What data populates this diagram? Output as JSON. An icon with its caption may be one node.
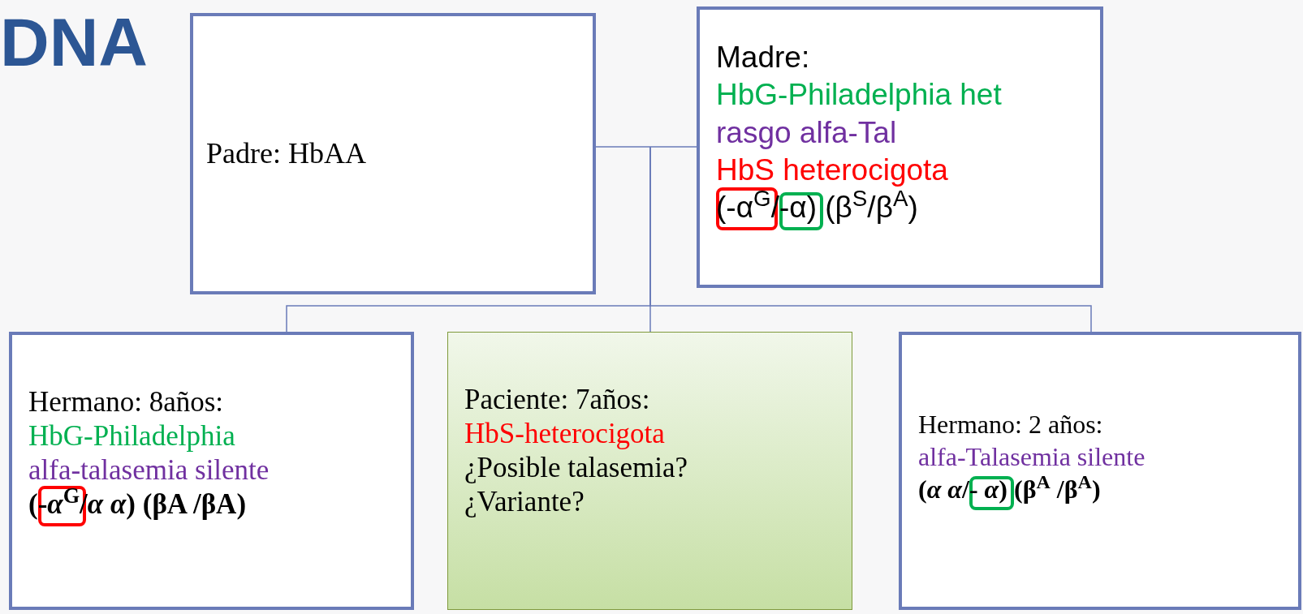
{
  "diagram": {
    "title": "DNA",
    "nodes": [
      {
        "text": [
          "Padre: HbAA"
        ]
      },
      {
        "text": [
          "Madre:",
          "HbG-Philadelphia het",
          "rasgo alfa-Tal",
          "HbS heterocigota",
          "(-α$^{G}$/-α) (β$^{S}$/β$^{A}$)"
        ]
      },
      {
        "text": [
          "Hermano: 8años:",
          "HbG-Philadelphia",
          "alfa-talasemia silente",
          "(-*α*$^{G}$/*α* *α*) (βA /βA)"
        ]
      },
      {
        "text": [
          "Paciente: 7años:",
          "HbS-heterocigota",
          "¿Posible talasemia?",
          "¿Variante?"
        ]
      },
      {
        "text": [
          "Hermano: 2 años:",
          "alfa-Talasemia silente",
          "(*α* *α*/- *α*) (β$^{A}$ /β$^{A}$)"
        ]
      }
    ],
    "edges": [
      {
        "from": 0,
        "to": 1,
        "arrow": "none"
      },
      {
        "from": null,
        "to": 2,
        "arrow": "none"
      },
      {
        "from": null,
        "to": 3,
        "arrow": "none"
      },
      {
        "from": null,
        "to": 4,
        "arrow": "none"
      }
    ]
  }
}
